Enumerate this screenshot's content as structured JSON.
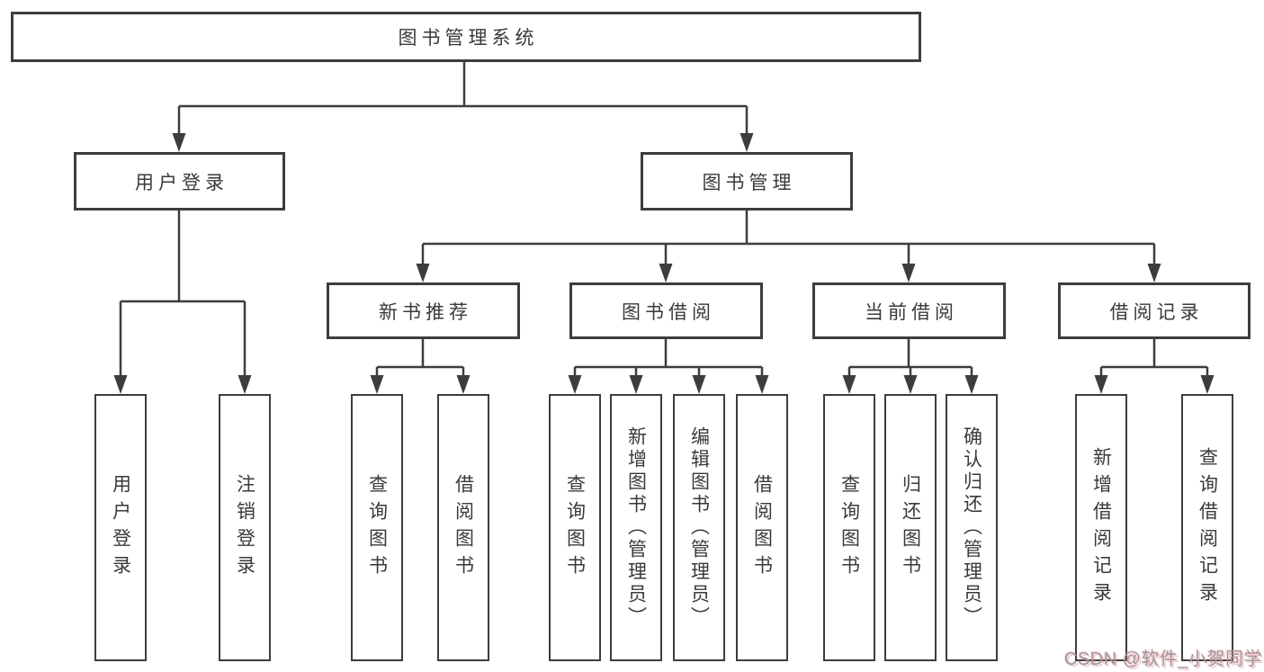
{
  "tree": {
    "label": "图书管理系统",
    "children": [
      {
        "label": "用户登录",
        "children": [
          {
            "label": "用户登录"
          },
          {
            "label": "注销登录"
          }
        ]
      },
      {
        "label": "图书管理",
        "children": [
          {
            "label": "新书推荐",
            "children": [
              {
                "label": "查询图书"
              },
              {
                "label": "借阅图书"
              }
            ]
          },
          {
            "label": "图书借阅",
            "children": [
              {
                "label": "查询图书"
              },
              {
                "label": "新增图书（管理员）"
              },
              {
                "label": "编辑图书（管理员）"
              },
              {
                "label": "借阅图书"
              }
            ]
          },
          {
            "label": "当前借阅",
            "children": [
              {
                "label": "查询图书"
              },
              {
                "label": "归还图书"
              },
              {
                "label": "确认归还（管理员）"
              }
            ]
          },
          {
            "label": "借阅记录",
            "children": [
              {
                "label": "新增借阅记录"
              },
              {
                "label": "查询借阅记录"
              }
            ]
          }
        ]
      }
    ]
  },
  "watermark": {
    "text": "CSDN @软件_小贺同学"
  },
  "colors": {
    "line": "#3d3d3d",
    "box_border": "#3d3d3d",
    "text": "#3a3a3a",
    "background": "#ffffff",
    "watermark_gray": "#9e9a9a",
    "watermark_pink": "#e77484"
  }
}
